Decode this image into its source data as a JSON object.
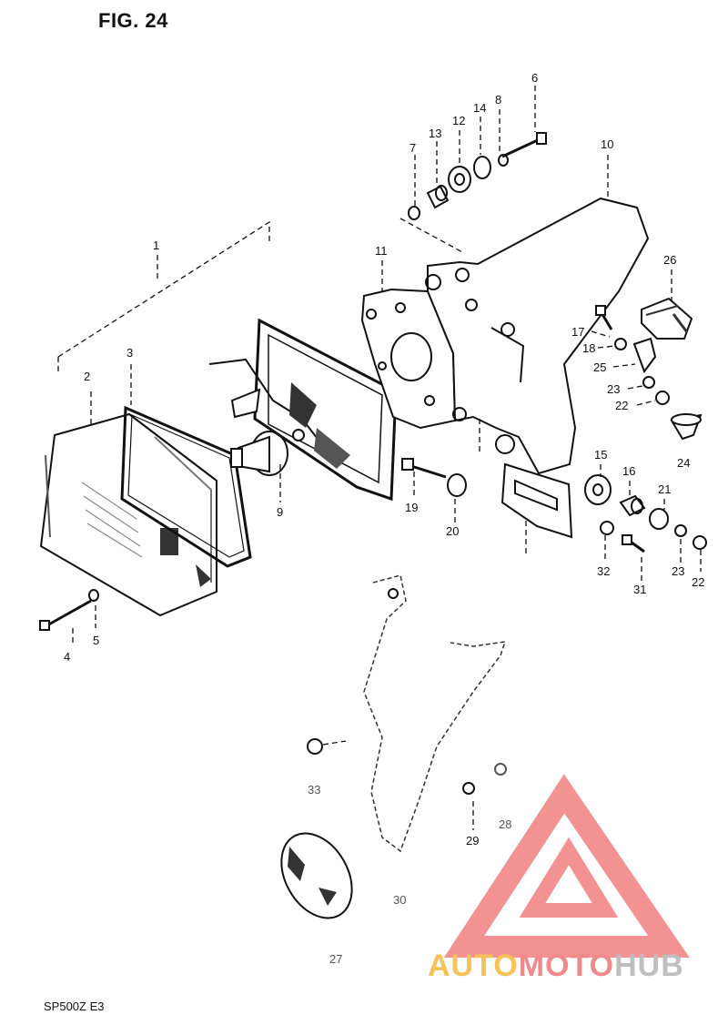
{
  "figure": {
    "title": "FIG. 24",
    "footer_code": "SP500Z E3"
  },
  "callouts": [
    {
      "id": "c1",
      "label": "1"
    },
    {
      "id": "c2",
      "label": "2"
    },
    {
      "id": "c3",
      "label": "3"
    },
    {
      "id": "c4",
      "label": "4"
    },
    {
      "id": "c5",
      "label": "5"
    },
    {
      "id": "c6",
      "label": "6"
    },
    {
      "id": "c7",
      "label": "7"
    },
    {
      "id": "c8",
      "label": "8"
    },
    {
      "id": "c9",
      "label": "9"
    },
    {
      "id": "c10",
      "label": "10"
    },
    {
      "id": "c11",
      "label": "11"
    },
    {
      "id": "c12",
      "label": "12"
    },
    {
      "id": "c13",
      "label": "13"
    },
    {
      "id": "c14",
      "label": "14"
    },
    {
      "id": "c15",
      "label": "15"
    },
    {
      "id": "c16",
      "label": "16"
    },
    {
      "id": "c17",
      "label": "17"
    },
    {
      "id": "c18",
      "label": "18"
    },
    {
      "id": "c19",
      "label": "19"
    },
    {
      "id": "c20",
      "label": "20"
    },
    {
      "id": "c21",
      "label": "21"
    },
    {
      "id": "c22a",
      "label": "22"
    },
    {
      "id": "c22b",
      "label": "22"
    },
    {
      "id": "c23a",
      "label": "23"
    },
    {
      "id": "c23b",
      "label": "23"
    },
    {
      "id": "c24",
      "label": "24"
    },
    {
      "id": "c25",
      "label": "25"
    },
    {
      "id": "c26",
      "label": "26"
    },
    {
      "id": "c28",
      "label": "28"
    },
    {
      "id": "c29",
      "label": "29"
    },
    {
      "id": "c30",
      "label": "30"
    },
    {
      "id": "c31",
      "label": "31"
    },
    {
      "id": "c32",
      "label": "32"
    },
    {
      "id": "c33",
      "label": "33"
    },
    {
      "id": "c27",
      "label": "27"
    }
  ],
  "watermark": {
    "part1": "AUTO",
    "part2": "MOTO",
    "part3": "HUB",
    "logo_color": "#f08080"
  }
}
